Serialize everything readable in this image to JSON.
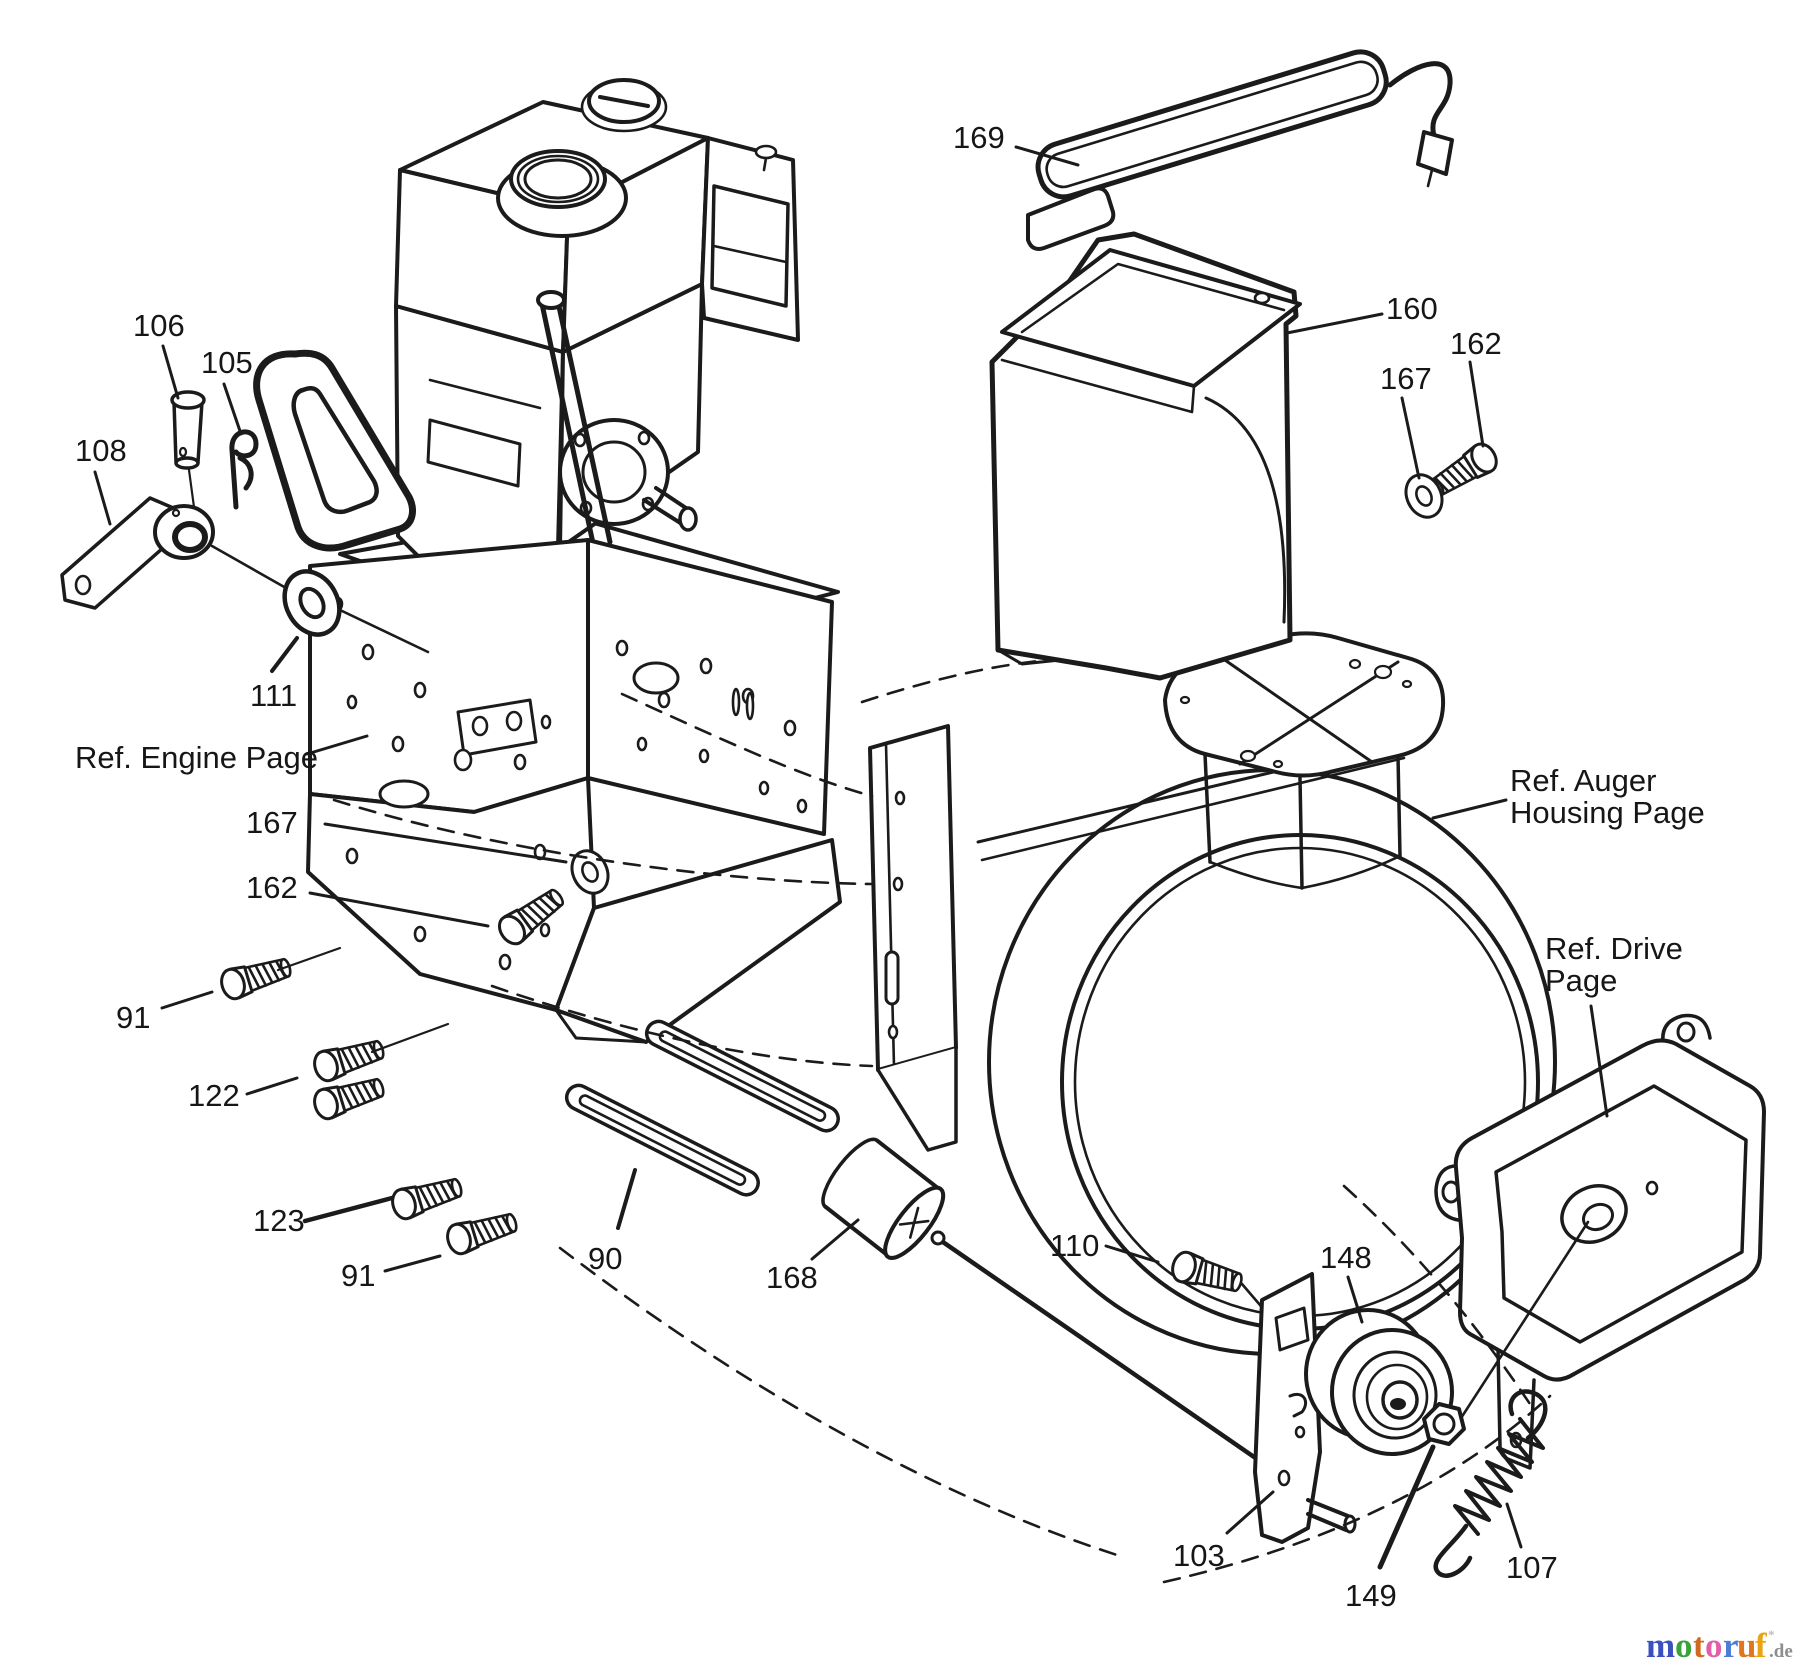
{
  "diagram": {
    "line_color": "#1b1b1b",
    "callouts": {
      "c106": "106",
      "c105": "105",
      "c108": "108",
      "c111": "111",
      "c167_left": "167",
      "c162_left": "162",
      "c91_upper": "91",
      "c122": "122",
      "c123": "123",
      "c91_lower": "91",
      "c90": "90",
      "c168": "168",
      "c169": "169",
      "c160": "160",
      "c162_right": "162",
      "c167_right": "167",
      "c110": "110",
      "c148": "148",
      "c103": "103",
      "c149": "149",
      "c107": "107",
      "ref_engine": "Ref. Engine Page",
      "ref_auger_line1": "Ref. Auger",
      "ref_auger_line2": "Housing Page",
      "ref_drive_line1": "Ref. Drive",
      "ref_drive_line2": "Page"
    }
  },
  "watermark": {
    "letters": [
      {
        "ch": "m",
        "color": "#3b50c0"
      },
      {
        "ch": "o",
        "color": "#3aa23a"
      },
      {
        "ch": "t",
        "color": "#d06a1e"
      },
      {
        "ch": "o",
        "color": "#e05fa8"
      },
      {
        "ch": "r",
        "color": "#4d7bd6"
      },
      {
        "ch": "u",
        "color": "#e2761f"
      },
      {
        "ch": "f",
        "color": "#e8a413"
      }
    ],
    "mark": "*",
    "mark_color": "#bdbdbd",
    "suffix": ".de",
    "suffix_color": "#8e8e8e"
  }
}
